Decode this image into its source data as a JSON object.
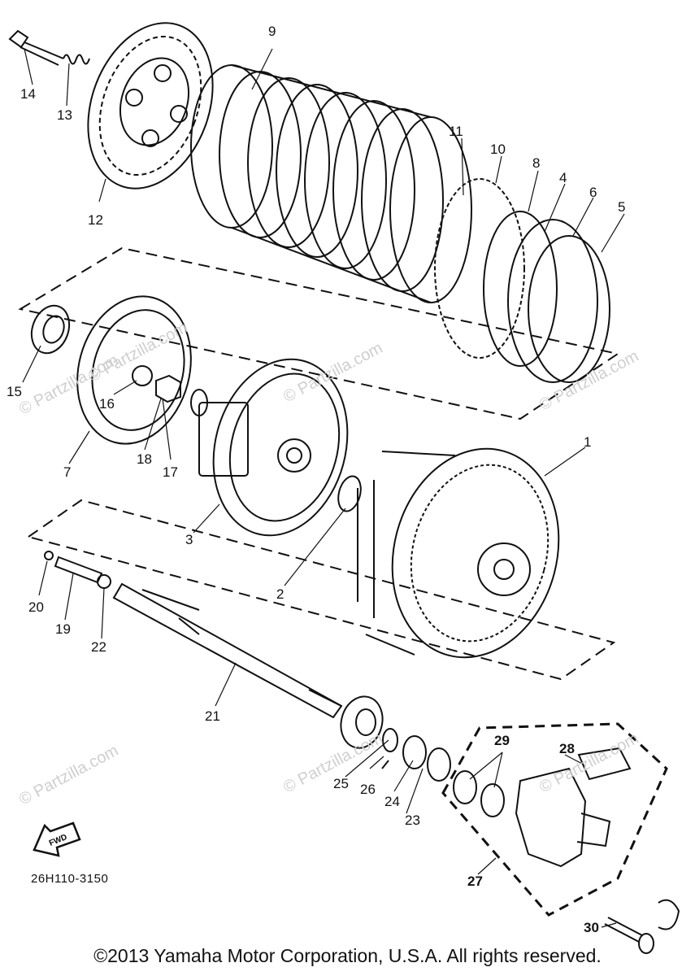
{
  "diagram": {
    "callouts": [
      "1",
      "2",
      "3",
      "4",
      "5",
      "6",
      "7",
      "8",
      "9",
      "10",
      "11",
      "12",
      "13",
      "14",
      "15",
      "16",
      "17",
      "18",
      "19",
      "20",
      "21",
      "22",
      "23",
      "24",
      "25",
      "26",
      "27",
      "28",
      "29",
      "30"
    ],
    "direction_label": "FWD",
    "part_code": "26H110-3150",
    "watermark": "© Partzilla.com",
    "copyright": "©2013 Yamaha Motor Corporation, U.S.A. All rights reserved."
  }
}
